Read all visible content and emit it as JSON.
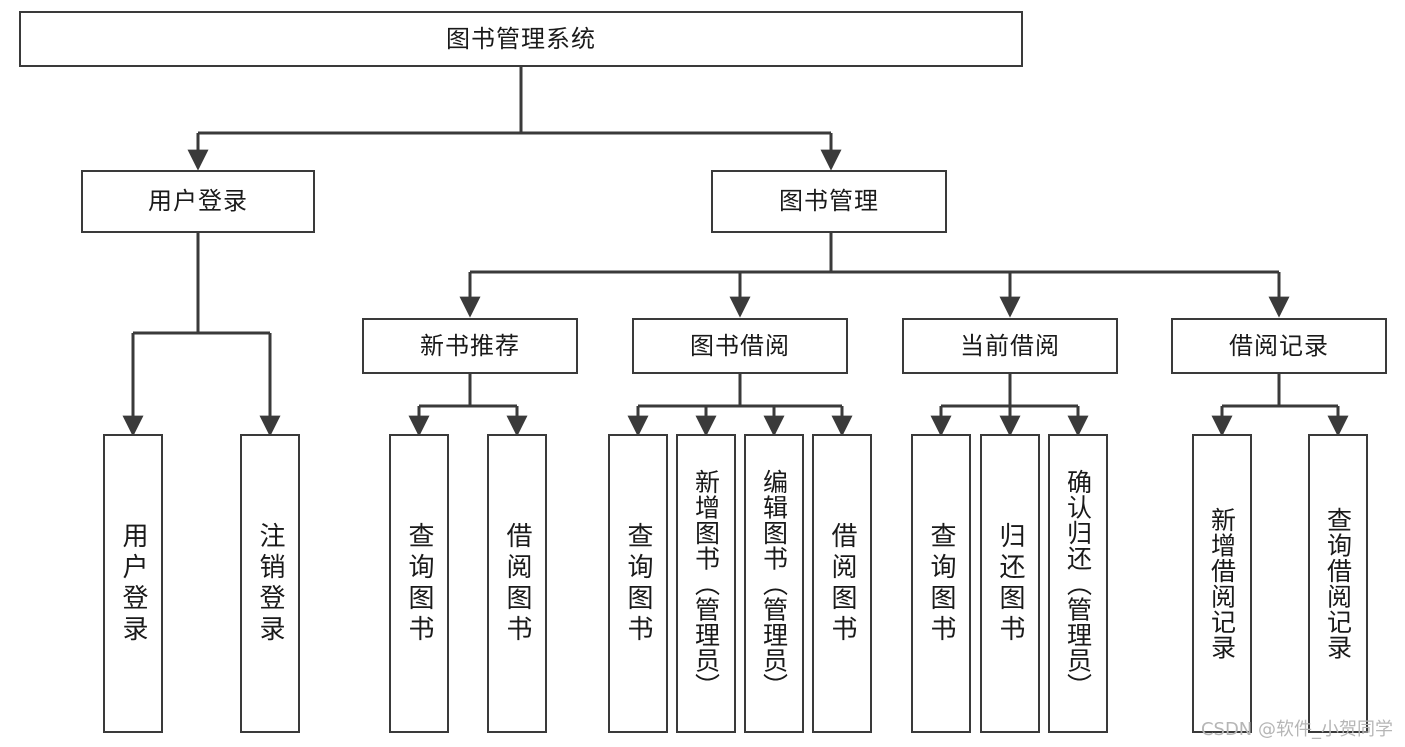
{
  "diagram": {
    "type": "tree-hierarchy-chart",
    "title": "图书管理系统",
    "colors": {
      "box_border": "#3a3a3a",
      "box_fill": "#ffffff",
      "line": "#3a3a3a",
      "text": "#1a1a1a",
      "watermark": "#b6b6b6",
      "background": "#ffffff"
    },
    "root": {
      "id": "root",
      "label": "图书管理系统",
      "orientation": "horizontal"
    },
    "level2": [
      {
        "id": "user-login",
        "label": "用户登录",
        "orientation": "horizontal"
      },
      {
        "id": "book-management",
        "label": "图书管理",
        "orientation": "horizontal"
      }
    ],
    "level3": [
      {
        "id": "new-book-recommend",
        "label": "新书推荐",
        "parent": "book-management",
        "orientation": "horizontal"
      },
      {
        "id": "book-borrow",
        "label": "图书借阅",
        "parent": "book-management",
        "orientation": "horizontal"
      },
      {
        "id": "current-borrow",
        "label": "当前借阅",
        "parent": "book-management",
        "orientation": "horizontal"
      },
      {
        "id": "borrow-record",
        "label": "借阅记录",
        "parent": "book-management",
        "orientation": "horizontal"
      }
    ],
    "leaves": [
      {
        "id": "leaf-user-login",
        "label": "用户登录",
        "parent": "user-login",
        "orientation": "vertical"
      },
      {
        "id": "leaf-user-logout",
        "label": "注销登录",
        "parent": "user-login",
        "orientation": "vertical"
      },
      {
        "id": "leaf-rec-query-book",
        "label": "查询图书",
        "parent": "new-book-recommend",
        "orientation": "vertical"
      },
      {
        "id": "leaf-rec-borrow-book",
        "label": "借阅图书",
        "parent": "new-book-recommend",
        "orientation": "vertical"
      },
      {
        "id": "leaf-bb-query-book",
        "label": "查询图书",
        "parent": "book-borrow",
        "orientation": "vertical"
      },
      {
        "id": "leaf-bb-add-book",
        "label": "新增图书（管理员）",
        "parent": "book-borrow",
        "orientation": "vertical"
      },
      {
        "id": "leaf-bb-edit-book",
        "label": "编辑图书（管理员）",
        "parent": "book-borrow",
        "orientation": "vertical"
      },
      {
        "id": "leaf-bb-borrow-book",
        "label": "借阅图书",
        "parent": "book-borrow",
        "orientation": "vertical"
      },
      {
        "id": "leaf-cb-query-book",
        "label": "查询图书",
        "parent": "current-borrow",
        "orientation": "vertical"
      },
      {
        "id": "leaf-cb-return-book",
        "label": "归还图书",
        "parent": "current-borrow",
        "orientation": "vertical"
      },
      {
        "id": "leaf-cb-confirm-return",
        "label": "确认归还（管理员）",
        "parent": "current-borrow",
        "orientation": "vertical"
      },
      {
        "id": "leaf-br-add-record",
        "label": "新增借阅记录",
        "parent": "borrow-record",
        "orientation": "vertical"
      },
      {
        "id": "leaf-br-query-record",
        "label": "查询借阅记录",
        "parent": "borrow-record",
        "orientation": "vertical"
      }
    ],
    "watermark": "CSDN @软件_小贺同学"
  }
}
